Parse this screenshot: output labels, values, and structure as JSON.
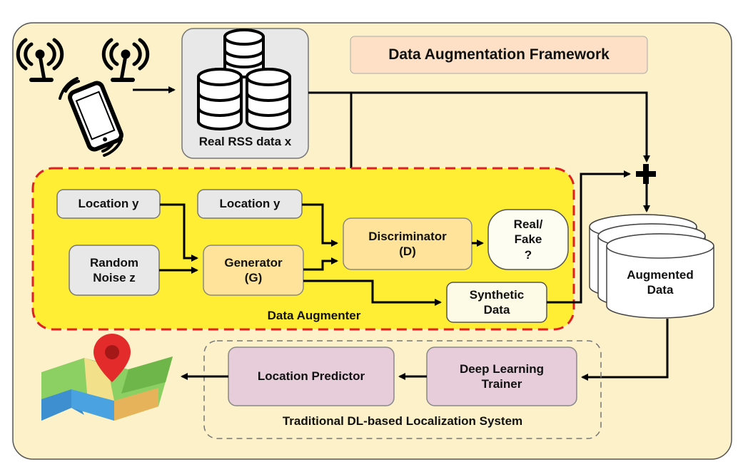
{
  "title": "Data Augmentation Framework",
  "real_data_label": "Real RSS data x",
  "augmenter": {
    "label": "Data Augmenter",
    "location_y_1": "Location y",
    "location_y_2": "Location y",
    "random_noise": "Random\nNoise z",
    "generator": "Generator\n(G)",
    "discriminator": "Discriminator\n(D)",
    "real_fake": "Real/\nFake\n?",
    "synthetic": "Synthetic\nData"
  },
  "augmented_data": "Augmented\nData",
  "localization": {
    "label": "Traditional DL-based Localization System",
    "trainer": "Deep Learning\nTrainer",
    "predictor": "Location Predictor"
  },
  "colors": {
    "background": "#fdf1c9",
    "augmenter_fill": "#ffee33",
    "augmenter_border": "#e02020",
    "node_fill": "#ffe39a",
    "gray_box": "#e8e8e8",
    "pink_box": "#e6cdd9",
    "title_box": "#fde0c6"
  }
}
